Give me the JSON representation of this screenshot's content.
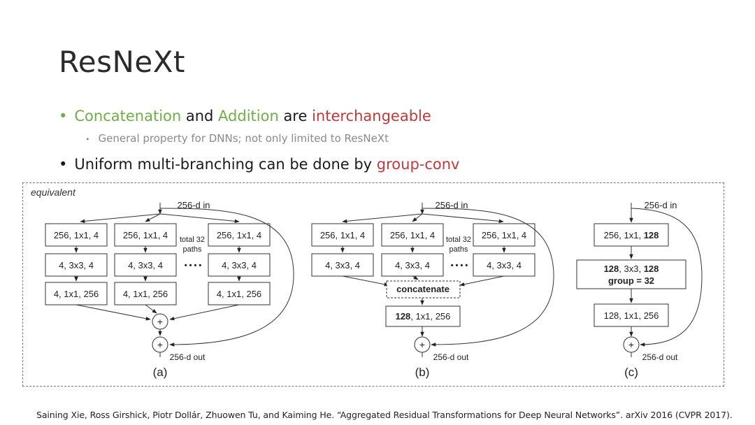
{
  "slide": {
    "title": "ResNeXt",
    "bullet1": {
      "part1": "Concatenation",
      "part2": " and ",
      "part3": "Addition",
      "part4": " are ",
      "part5": "interchangeable"
    },
    "subbullet": "General property for DNNs; not only limited to ResNeXt",
    "bullet2": {
      "part1": "Uniform multi-branching can be done by ",
      "part2": "group-conv"
    },
    "citation": "Saining Xie, Ross Girshick, Piotr Dollár, Zhuowen Tu, and Kaiming He. “Aggregated Residual Transformations for Deep Neural Networks”. arXiv 2016 (CVPR 2017).",
    "colors": {
      "green": "#70ad47",
      "red": "#c0393b"
    }
  },
  "diagram": {
    "equivalent_label": "equivalent",
    "in_label": "256-d in",
    "out_label": "256-d out",
    "total_paths_line1": "total 32",
    "total_paths_line2": "paths",
    "ellipsis": "• • • •",
    "plus": "+",
    "a": {
      "caption": "(a)",
      "row1": "256, 1x1, 4",
      "row2": "4, 3x3, 4",
      "row3": "4, 1x1, 256"
    },
    "b": {
      "caption": "(b)",
      "row1": "256, 1x1, 4",
      "row2": "4, 3x3, 4",
      "concat": "concatenate",
      "final_bold": "128",
      "final_rest": ", 1x1, 256"
    },
    "c": {
      "caption": "(c)",
      "box1_rest": "256, 1x1, ",
      "box1_bold": "128",
      "box2_line1_bold_a": "128",
      "box2_line1_rest": ", 3x3, ",
      "box2_line1_bold_b": "128",
      "box2_line2": "group = 32",
      "box3": "128, 1x1, 256"
    }
  }
}
